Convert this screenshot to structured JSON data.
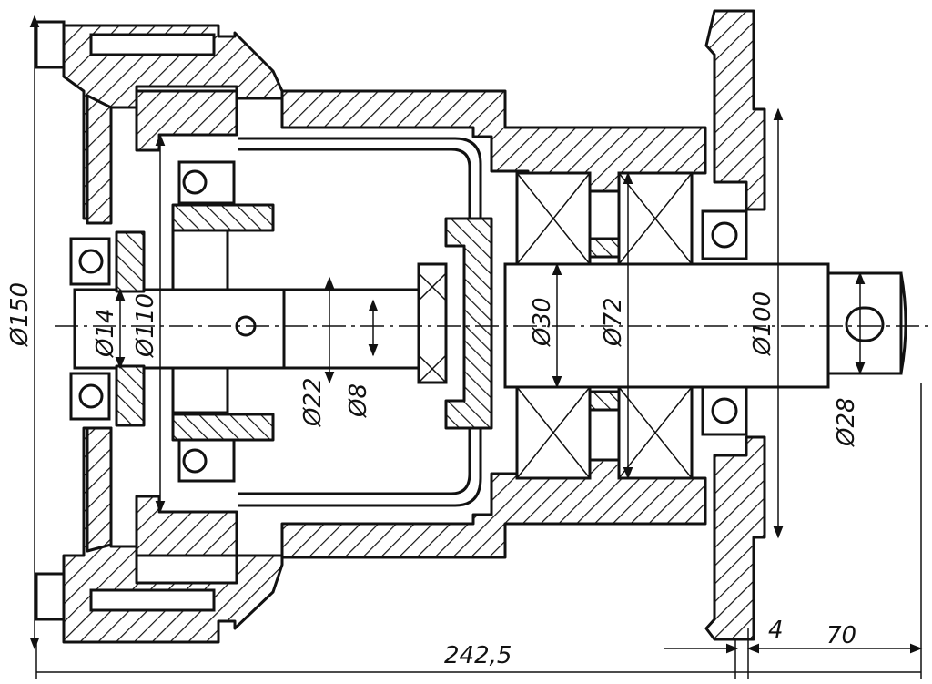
{
  "drawing": {
    "dimensions": {
      "d150": "Ø150",
      "d14": "Ø14",
      "d110": "Ø110",
      "d22": "Ø22",
      "d8": "Ø8",
      "d30": "Ø30",
      "d72": "Ø72",
      "d100": "Ø100",
      "d28": "Ø28",
      "len_total": "242,5",
      "len_4": "4",
      "len_70": "70"
    }
  }
}
